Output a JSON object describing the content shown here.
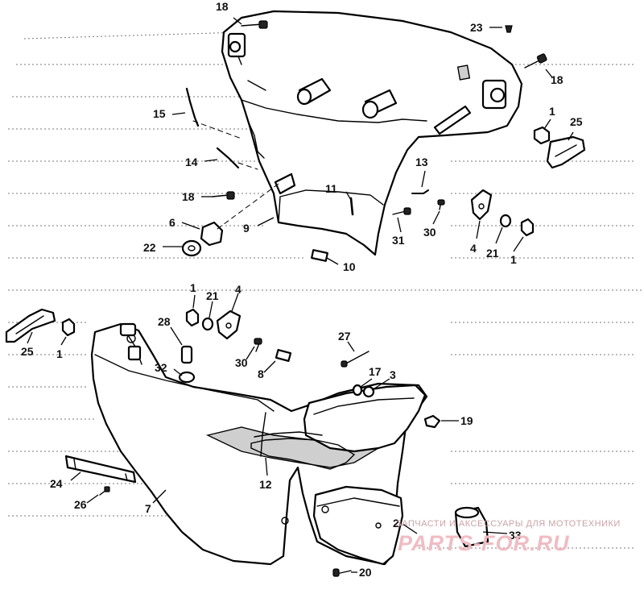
{
  "labels": {
    "n18a": "18",
    "n23": "23",
    "n18b": "18",
    "n1a": "1",
    "n25a": "25",
    "n15": "15",
    "n14": "14",
    "n13": "13",
    "n11": "11",
    "n18c": "18",
    "n6": "6",
    "n9": "9",
    "n22": "22",
    "n31": "31",
    "n30a": "30",
    "n4a": "4",
    "n21a": "21",
    "n1b": "1",
    "n10": "10",
    "n1c": "1",
    "n21b": "21",
    "n4b": "4",
    "n28": "28",
    "n25b": "25",
    "n1d": "1",
    "n30b": "30",
    "n27": "27",
    "n32": "32",
    "n8": "8",
    "n17": "17",
    "n3": "3",
    "n19": "19",
    "n12": "12",
    "n24": "24",
    "n26": "26",
    "n7": "7",
    "n2": "2",
    "n33": "33",
    "n20": "20"
  },
  "watermark": {
    "tagline": "ЗАПЧАСТИ И АКСЕССУАРЫ ДЛЯ МОТОТЕХНИКИ",
    "logo": "PARTS-FOR.RU"
  }
}
